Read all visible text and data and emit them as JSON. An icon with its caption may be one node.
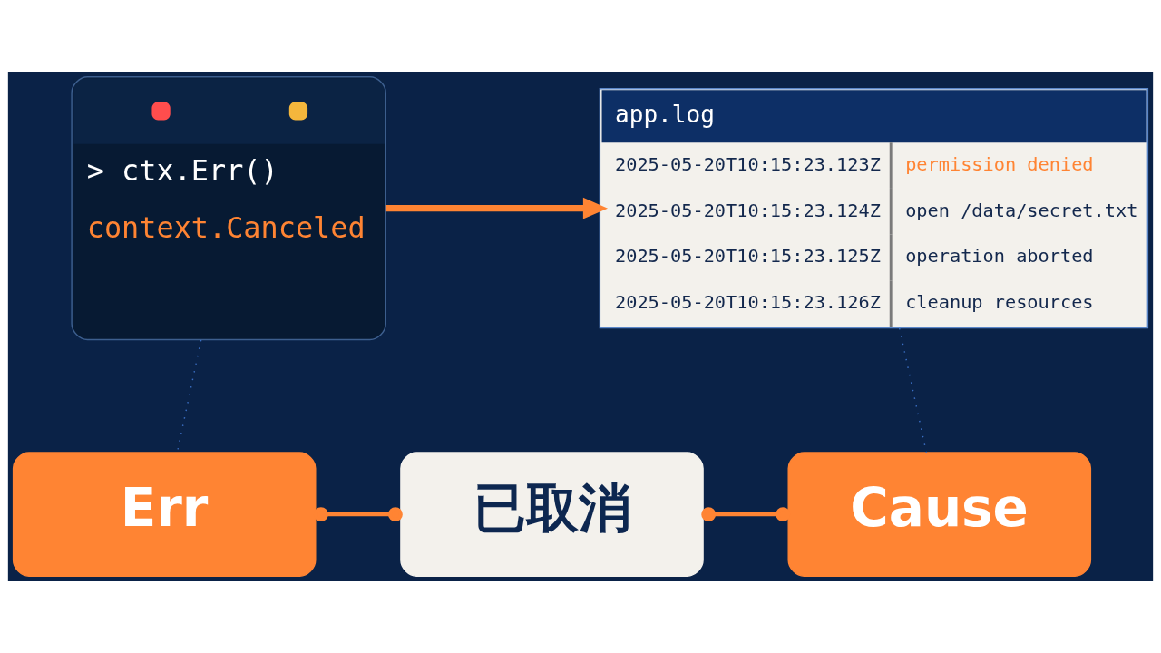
{
  "diagram": {
    "nodes": [
      {
        "text": [
          "> ctx.Err()",
          "context.Canceled"
        ]
      },
      {
        "text": [
          "app.log",
          "2025-05-20T10:15:23.123Z",
          "permission denied",
          "2025-05-20T10:15:23.124Z",
          "open /data/secret.txt",
          "2025-05-20T10:15:23.125Z",
          "operation aborted",
          "2025-05-20T10:15:23.126Z",
          "cleanup resources"
        ]
      },
      {
        "text": [
          "Err"
        ]
      },
      {
        "text": [
          "已取消"
        ]
      },
      {
        "text": [
          "Cause"
        ]
      }
    ],
    "edges": [
      {
        "from": 0,
        "to": 1,
        "arrow": "to"
      },
      {
        "from": 0,
        "to": 2,
        "arrow": "none",
        "style": "dashed",
        "color": "#3b6fc4"
      },
      {
        "from": 1,
        "to": 4,
        "arrow": "none",
        "style": "dashed",
        "color": "#3b6fc4"
      },
      {
        "from": 2,
        "to": 3,
        "arrow": "other"
      },
      {
        "from": 3,
        "to": 4,
        "arrow": "other"
      }
    ]
  }
}
